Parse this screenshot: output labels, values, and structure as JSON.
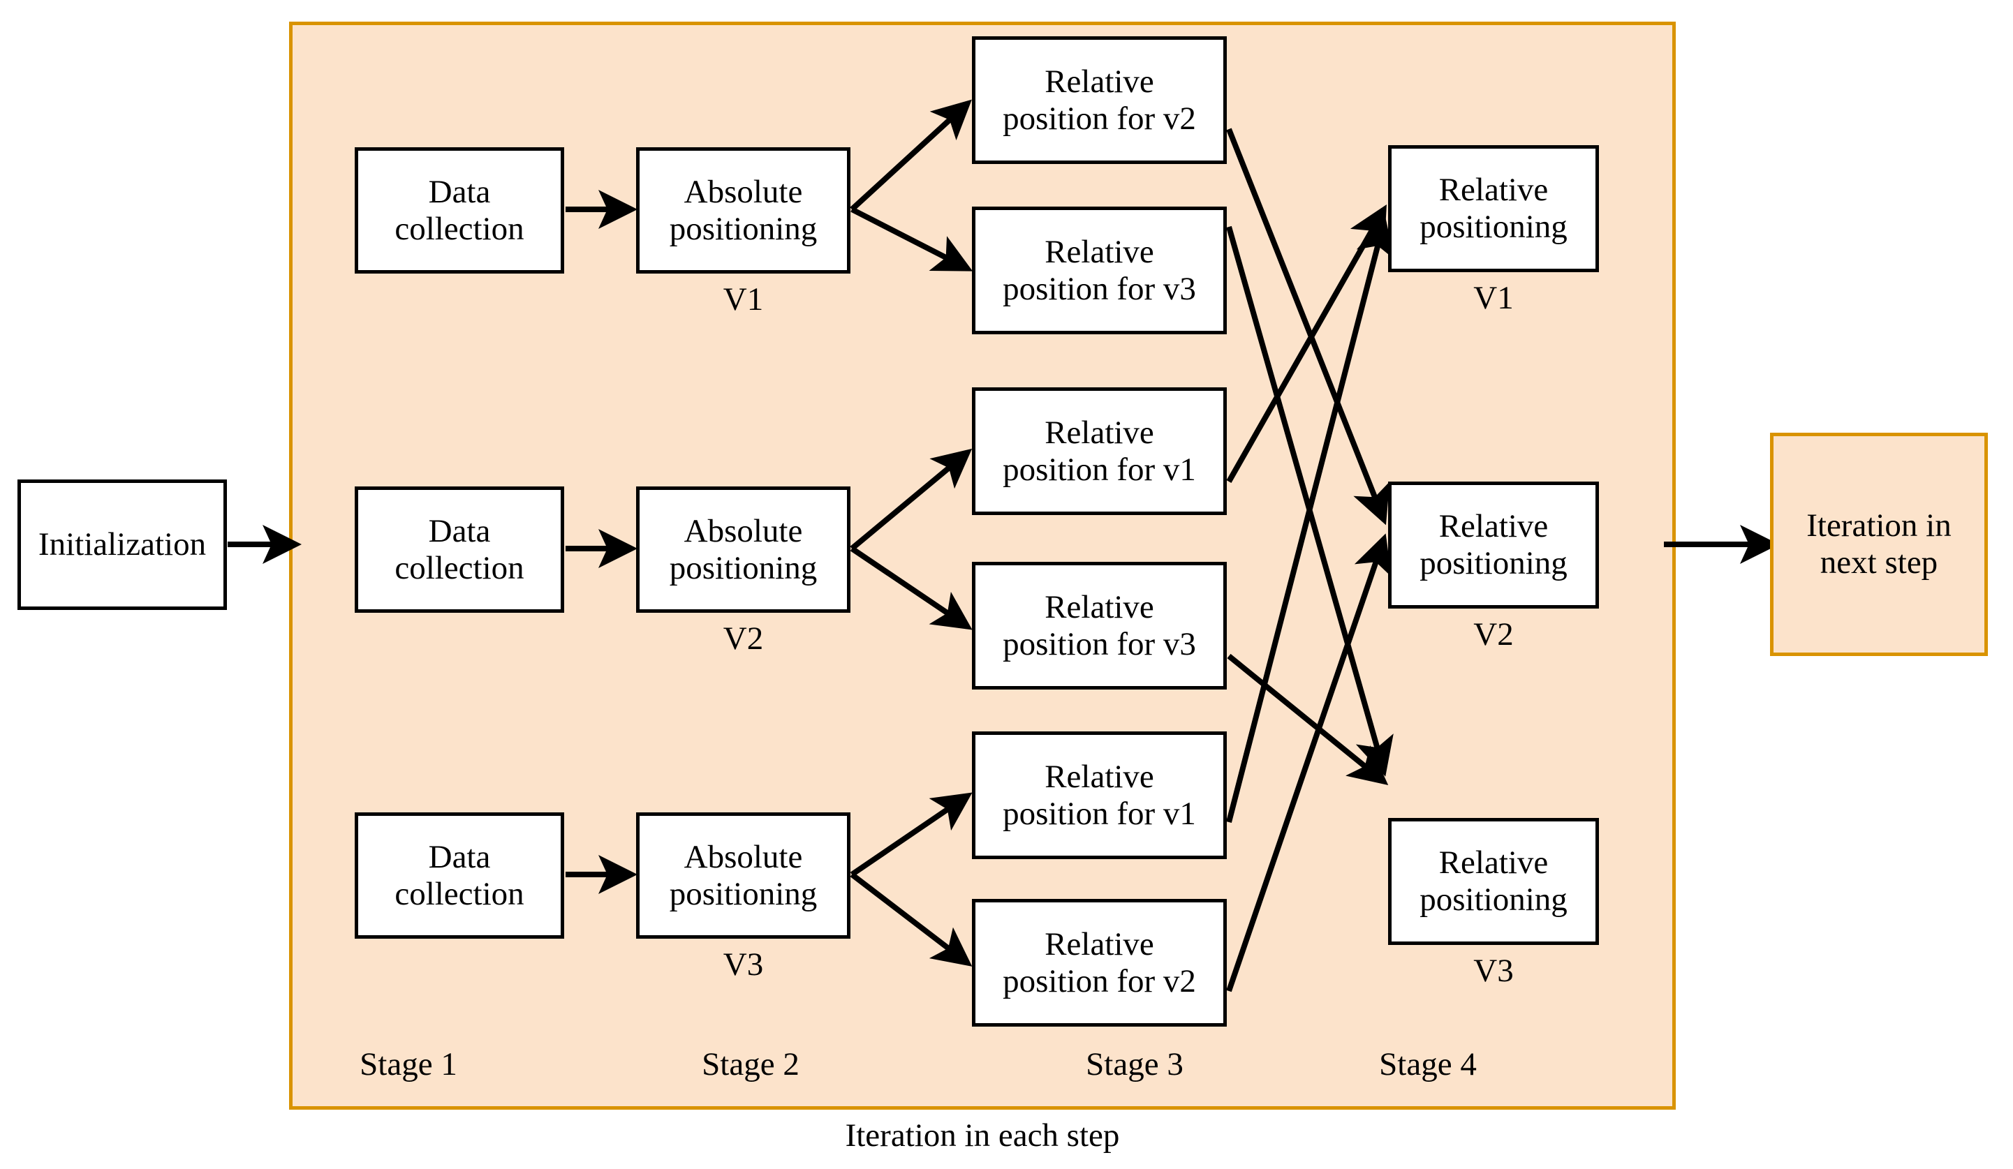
{
  "diagram": {
    "caption": "Iteration in each step",
    "panel_border_color": "#d99300",
    "panel_fill_color": "#fce3cb",
    "node_border_color": "#000000",
    "node_fill_color": "#ffffff",
    "arrow_color": "#000000"
  },
  "initialization": {
    "label": "Initialization"
  },
  "next_step": {
    "line1": "Iteration in",
    "line2": "next step"
  },
  "stage_labels": [
    {
      "text": "Stage 1"
    },
    {
      "text": "Stage 2"
    },
    {
      "text": "Stage 3"
    },
    {
      "text": "Stage 4"
    }
  ],
  "stage1": {
    "nodes": [
      {
        "line1": "Data",
        "line2": "collection"
      },
      {
        "line1": "Data",
        "line2": "collection"
      },
      {
        "line1": "Data",
        "line2": "collection"
      }
    ]
  },
  "stage2": {
    "nodes": [
      {
        "line1": "Absolute",
        "line2": "positioning",
        "sub": "V1"
      },
      {
        "line1": "Absolute",
        "line2": "positioning",
        "sub": "V2"
      },
      {
        "line1": "Absolute",
        "line2": "positioning",
        "sub": "V3"
      }
    ]
  },
  "stage3": {
    "nodes": [
      {
        "line1": "Relative",
        "line2": "position for v2"
      },
      {
        "line1": "Relative",
        "line2": "position for v3"
      },
      {
        "line1": "Relative",
        "line2": "position for v1"
      },
      {
        "line1": "Relative",
        "line2": "position for v3"
      },
      {
        "line1": "Relative",
        "line2": "position for v1"
      },
      {
        "line1": "Relative",
        "line2": "position for v2"
      }
    ]
  },
  "stage4": {
    "nodes": [
      {
        "line1": "Relative",
        "line2": "positioning",
        "sub": "V1"
      },
      {
        "line1": "Relative",
        "line2": "positioning",
        "sub": "V2"
      },
      {
        "line1": "Relative",
        "line2": "positioning",
        "sub": "V3"
      }
    ]
  }
}
